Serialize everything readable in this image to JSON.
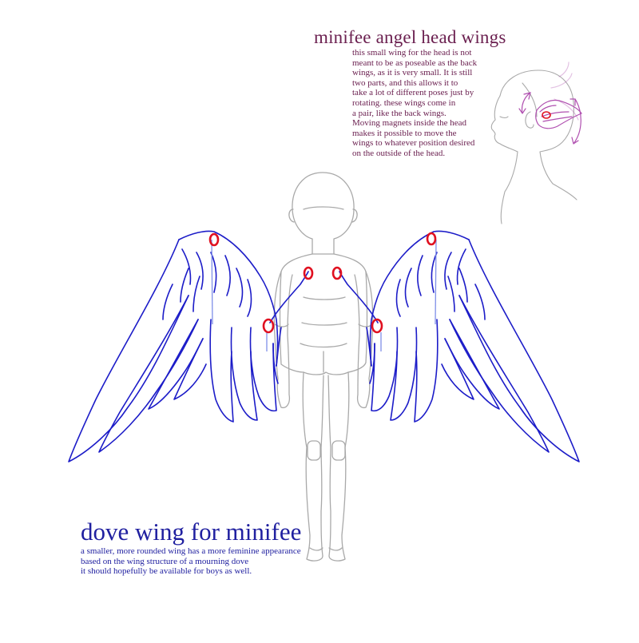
{
  "head_wings": {
    "title": "minifee angel head wings",
    "description_lines": [
      "this small wing for the head is not",
      "meant to be as poseable as the back",
      "wings, as it is very small.  It is still",
      "two parts, and this allows it to",
      "take a lot of different poses just by",
      "rotating.  these wings come in",
      "a pair, like the back wings.",
      "Moving magnets inside the head",
      "makes it possible to move the",
      "wings to whatever position desired",
      "on the outside of the head."
    ]
  },
  "dove_wing": {
    "title": "dove wing for minifee",
    "description_lines": [
      "a smaller, more rounded wing has a more feminine appearance",
      "based on the wing structure of a mourning dove",
      "it should hopefully be available for boys as well."
    ]
  },
  "colors": {
    "wing_outline": "#1c1cc8",
    "wing_spine": "#7f8fe8",
    "magnet": "#e01020",
    "doll_outline": "#a9a9a9",
    "head_wing": "#b050b0",
    "head_text": "#6b2050",
    "dove_text": "#2020a0"
  }
}
